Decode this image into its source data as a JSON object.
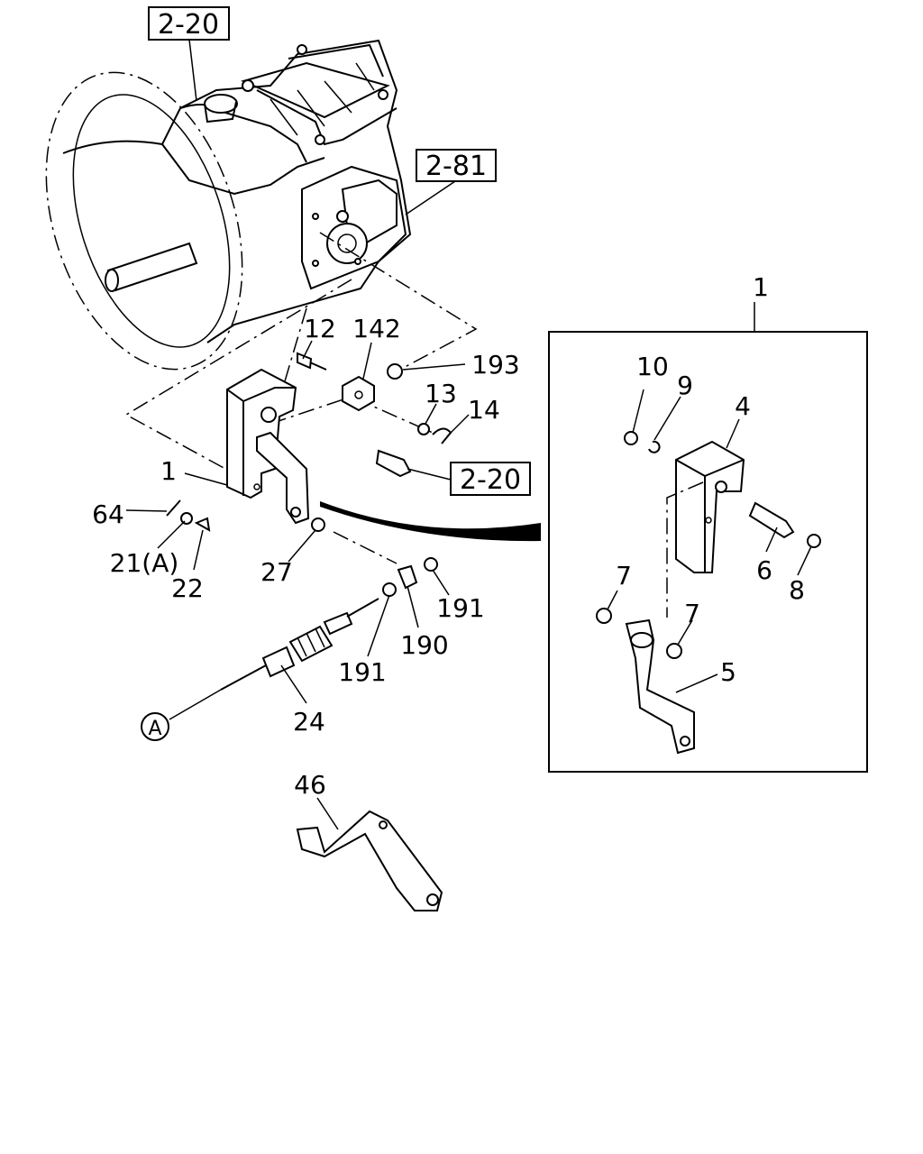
{
  "labels": {
    "ref_2_20_top": "2-20",
    "ref_2_81": "2-81",
    "ref_2_20_mid": "2-20",
    "l1_inset": "1",
    "l12": "12",
    "l142": "142",
    "l193": "193",
    "l13": "13",
    "l14": "14",
    "l1_main": "1",
    "l64": "64",
    "l21": "21(A)",
    "l22": "22",
    "l27": "27",
    "l191_right": "191",
    "l190": "190",
    "l191_left": "191",
    "l24": "24",
    "lA": "A",
    "l10": "10",
    "l9": "9",
    "l4": "4",
    "l6": "6",
    "l8": "8",
    "l7_left": "7",
    "l7_right": "7",
    "l5": "5",
    "l46": "46"
  }
}
